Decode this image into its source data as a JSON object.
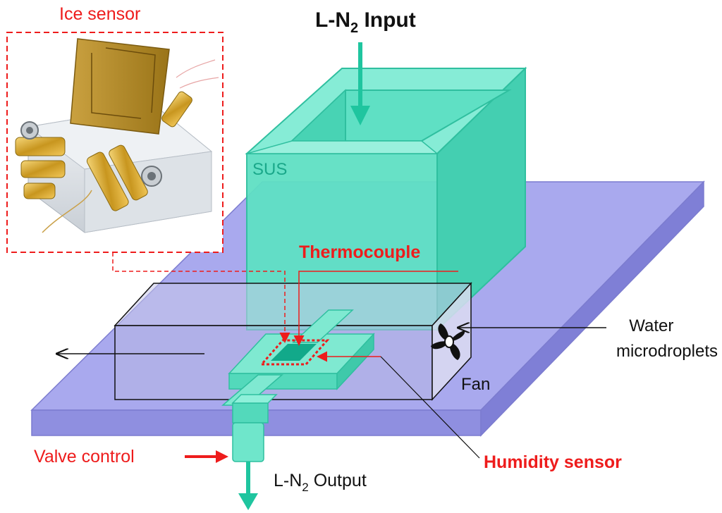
{
  "labels": {
    "ice_sensor": "Ice sensor",
    "l_n2_input_prefix": "L-N",
    "l_n2_input_sub": "2",
    "l_n2_input_suffix": " Input",
    "sus": "SUS",
    "thermocouple": "Thermocouple",
    "water_line1": "Water",
    "water_line2": "microdroplets",
    "fan": "Fan",
    "valve_control": "Valve control",
    "humidity_sensor": "Humidity sensor",
    "l_n2_output_prefix": "L-N",
    "l_n2_output_sub": "2",
    "l_n2_output_suffix": " Output"
  },
  "colors": {
    "plate": "#a9a9ee",
    "plate_edge": "#7c7ccf",
    "teal": "#5fe0c4",
    "teal_dark": "#2fbf9f",
    "teal_light": "#86ecd6",
    "red": "#ee1c1c",
    "dark_text": "#111111",
    "teal_text": "#1aa88a"
  },
  "icons": {
    "photo": "ice-sensor-device-photo",
    "fan": "fan-icon",
    "input_arrow": "down-arrow-icon",
    "output_arrow": "down-arrow-icon",
    "valve_arrow": "right-arrow-icon",
    "flow_arrow": "left-arrow-icon"
  }
}
